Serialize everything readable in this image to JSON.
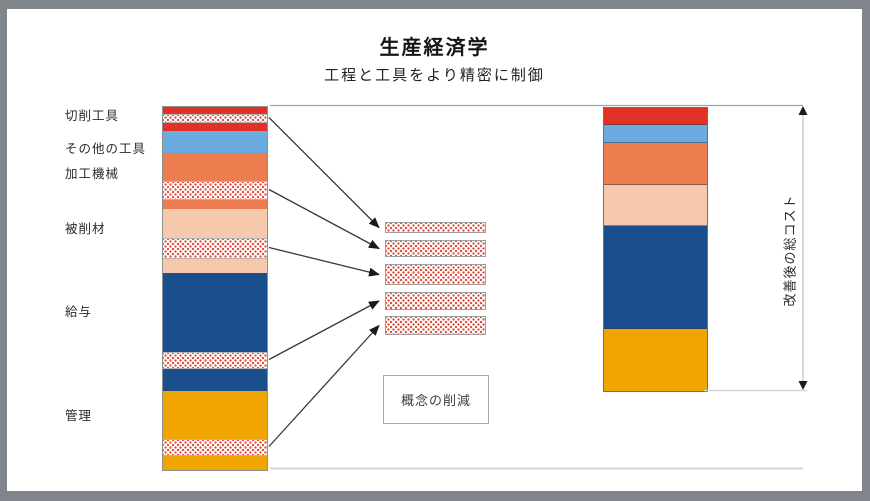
{
  "header": {
    "title": "生産経済学",
    "subtitle": "工程と工具をより精密に制御"
  },
  "colors": {
    "frame": "#7f858b",
    "red": "#e23125",
    "lightblue": "#6cabdf",
    "orange": "#ed7d4e",
    "peach": "#f6c9ac",
    "navy": "#1b4e8c",
    "gold": "#f1a502",
    "dot": "#e04a3a",
    "arrow": "#3a3a3a",
    "reference_line": "#a3a3a3",
    "baseline": "#d6d6d6",
    "measure_line": "#c8c8c8"
  },
  "chart_data": {
    "type": "bar",
    "title": "生産経済学",
    "subtitle": "工程と工具をより精密に制御",
    "orientation": "vertical-stacked",
    "units": "relative cost (pixel-estimated, no numeric axis shown)",
    "category_labels": [
      "切削工具",
      "その他の工具",
      "加工機械",
      "被削材",
      "給与",
      "管理"
    ],
    "left_bar": {
      "segments": [
        {
          "category": "切削工具",
          "color": "red",
          "pattern": "solid",
          "height": 7
        },
        {
          "category": "切削工具",
          "color": "dot",
          "pattern": "dotted",
          "height": 9
        },
        {
          "category": "切削工具",
          "color": "red",
          "pattern": "solid",
          "height": 8
        },
        {
          "category": "その他の工具",
          "color": "lightblue",
          "pattern": "solid",
          "height": 22
        },
        {
          "category": "加工機械",
          "color": "orange",
          "pattern": "solid",
          "height": 28
        },
        {
          "category": "加工機械",
          "color": "dot",
          "pattern": "dotted",
          "height": 19
        },
        {
          "category": "加工機械",
          "color": "orange",
          "pattern": "solid",
          "height": 9
        },
        {
          "category": "被削材",
          "color": "peach",
          "pattern": "solid",
          "height": 29
        },
        {
          "category": "被削材",
          "color": "dot",
          "pattern": "dotted",
          "height": 21
        },
        {
          "category": "被削材",
          "color": "peach",
          "pattern": "solid",
          "height": 14
        },
        {
          "category": "給与",
          "color": "navy",
          "pattern": "solid",
          "height": 79
        },
        {
          "category": "給与",
          "color": "dot",
          "pattern": "dotted",
          "height": 17
        },
        {
          "category": "給与",
          "color": "navy",
          "pattern": "solid",
          "height": 22
        },
        {
          "category": "管理",
          "color": "gold",
          "pattern": "solid",
          "height": 48
        },
        {
          "category": "管理",
          "color": "dot",
          "pattern": "dotted",
          "height": 17
        },
        {
          "category": "管理",
          "color": "gold",
          "pattern": "solid",
          "height": 14
        }
      ]
    },
    "middle_reduction_bars": {
      "pattern": "dotted",
      "heights": [
        11,
        17,
        21,
        18,
        19
      ]
    },
    "arrows": [
      {
        "from_segment": 1,
        "to_bar": 0
      },
      {
        "from_segment": 5,
        "to_bar": 1
      },
      {
        "from_segment": 8,
        "to_bar": 2
      },
      {
        "from_segment": 11,
        "to_bar": 3
      },
      {
        "from_segment": 14,
        "to_bar": 4
      }
    ],
    "annotation_box": {
      "text": "概念の削減"
    },
    "measure_label": "改善後の総コスト",
    "right_bar": {
      "segments": [
        {
          "category": "切削工具",
          "color": "red",
          "pattern": "solid",
          "height": 17
        },
        {
          "category": "その他の工具",
          "color": "lightblue",
          "pattern": "solid",
          "height": 18
        },
        {
          "category": "加工機械",
          "color": "orange",
          "pattern": "solid",
          "height": 42
        },
        {
          "category": "被削材",
          "color": "peach",
          "pattern": "solid",
          "height": 41
        },
        {
          "category": "給与",
          "color": "navy",
          "pattern": "solid",
          "height": 103
        },
        {
          "category": "管理",
          "color": "gold",
          "pattern": "solid",
          "height": 62
        }
      ]
    }
  }
}
